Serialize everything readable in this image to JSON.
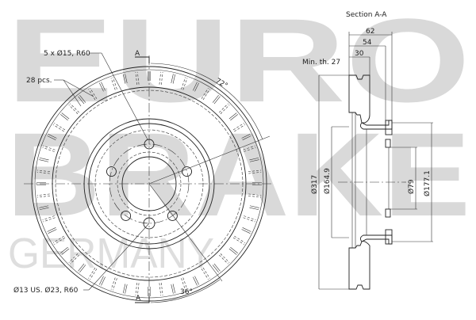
{
  "watermark": {
    "line1": "EURO",
    "line2": "BRAKE",
    "line3": "GERMANY",
    "color": "#d9d9d9"
  },
  "front_view": {
    "labels": {
      "bolt_holes": "5 x Ø15, R60",
      "vanes": "28 pcs.",
      "extra_holes": "Ø13 US. Ø23, R60",
      "angle_top": "72°",
      "angle_bottom": "36°",
      "section_mark_top": "A",
      "section_mark_bottom": "A"
    },
    "bolt_hole_count": 5,
    "vane_count": 28
  },
  "section_view": {
    "title": "Section A-A",
    "min_thickness": "Min. th. 27",
    "dims_top": [
      "62",
      "54",
      "30"
    ],
    "dims_vertical": [
      "Ø317",
      "Ø164.9",
      "Ø79",
      "Ø177.1"
    ]
  },
  "colors": {
    "line": "#222222",
    "background": "#ffffff"
  }
}
